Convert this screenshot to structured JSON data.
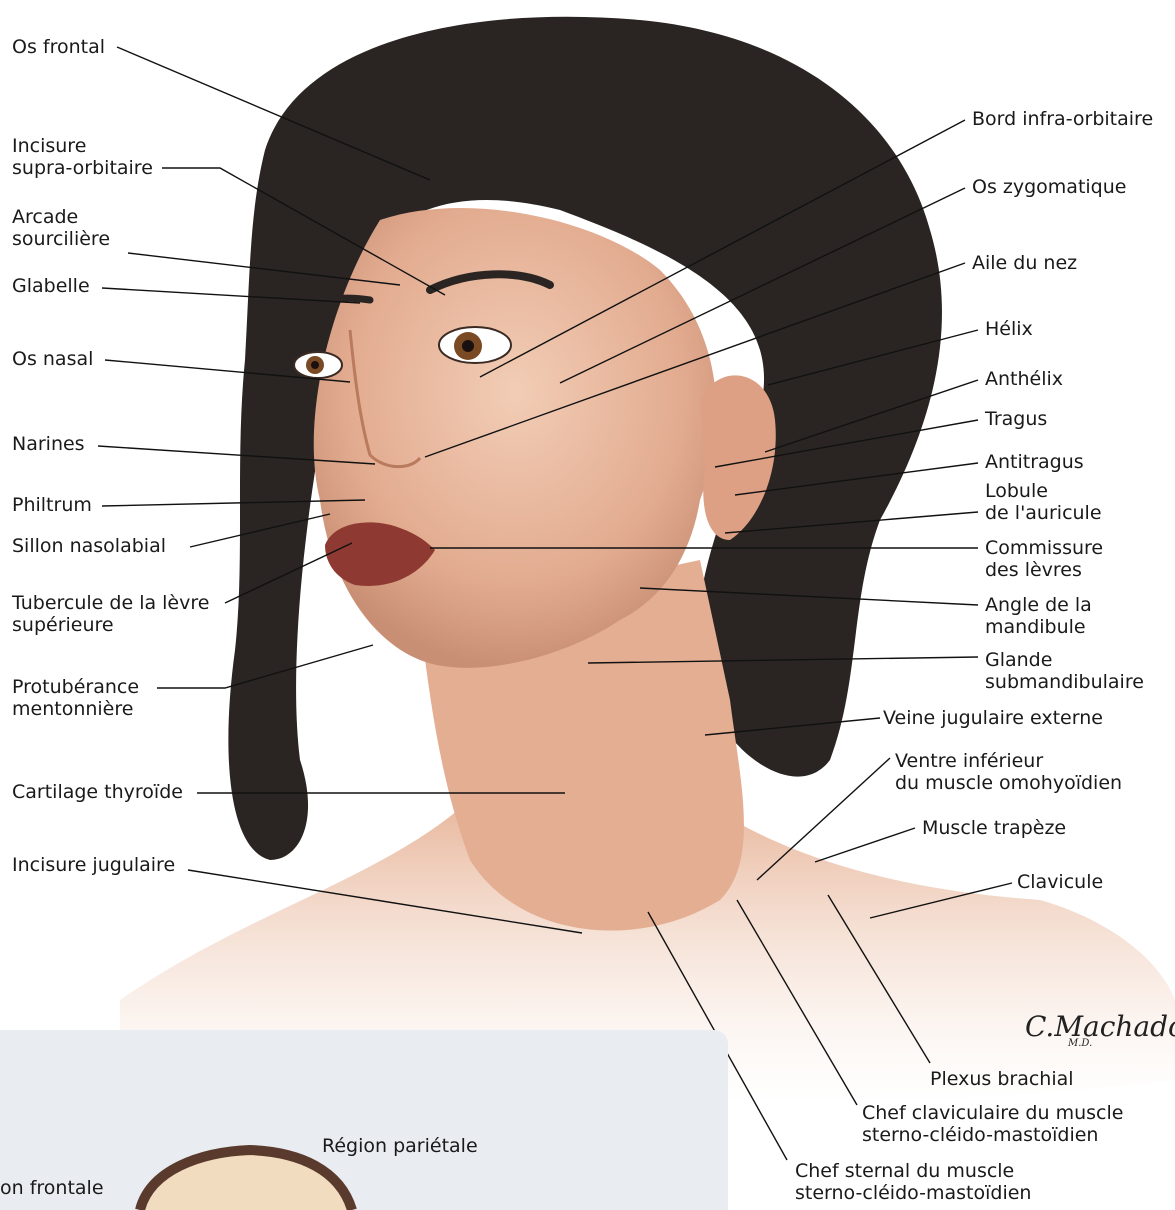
{
  "labels_left": [
    {
      "key": "os_frontal",
      "text": "Os frontal"
    },
    {
      "key": "incisure_supra",
      "text": "Incisure\nsupra-orbitaire"
    },
    {
      "key": "arcade",
      "text": "Arcade\nsourcilière"
    },
    {
      "key": "glabelle",
      "text": "Glabelle"
    },
    {
      "key": "os_nasal",
      "text": "Os nasal"
    },
    {
      "key": "narines",
      "text": "Narines"
    },
    {
      "key": "philtrum",
      "text": "Philtrum"
    },
    {
      "key": "sillon",
      "text": "Sillon nasolabial"
    },
    {
      "key": "tubercule",
      "text": "Tubercule de la lèvre\nsupérieure"
    },
    {
      "key": "protuberance",
      "text": "Protubérance\nmentonnière"
    },
    {
      "key": "cartilage",
      "text": "Cartilage thyroïde"
    },
    {
      "key": "incisure_jug",
      "text": "Incisure jugulaire"
    }
  ],
  "labels_right": [
    {
      "key": "bord_infra",
      "text": "Bord infra-orbitaire"
    },
    {
      "key": "os_zygo",
      "text": "Os zygomatique"
    },
    {
      "key": "aile_nez",
      "text": "Aile du nez"
    },
    {
      "key": "helix",
      "text": "Hélix"
    },
    {
      "key": "anthelix",
      "text": "Anthélix"
    },
    {
      "key": "tragus",
      "text": "Tragus"
    },
    {
      "key": "antitragus",
      "text": "Antitragus"
    },
    {
      "key": "lobule",
      "text": "Lobule\nde l'auricule"
    },
    {
      "key": "commissure",
      "text": "Commissure\ndes lèvres"
    },
    {
      "key": "angle",
      "text": "Angle de la\nmandibule"
    },
    {
      "key": "glande",
      "text": "Glande\nsubmandibulaire"
    },
    {
      "key": "veine",
      "text": "Veine jugulaire externe"
    },
    {
      "key": "ventre",
      "text": "Ventre inférieur\ndu muscle omohyoïdien"
    },
    {
      "key": "trapeze",
      "text": "Muscle trapèze"
    },
    {
      "key": "clavicule",
      "text": "Clavicule"
    }
  ],
  "labels_bottom": [
    {
      "key": "plexus",
      "text": "Plexus brachial"
    },
    {
      "key": "chef_clav",
      "text": "Chef claviculaire du muscle\nsterno-cléido-mastoïdien"
    },
    {
      "key": "chef_sternal",
      "text": "Chef sternal du muscle\nsterno-cléido-mastoïdien"
    }
  ],
  "inset": {
    "region_parietale": "Région pariétale",
    "region_frontale": "on frontale"
  },
  "signature": {
    "name": "C.Machado",
    "suffix": "M.D."
  },
  "colors": {
    "skin": "#e9b89c",
    "hair": "#2a2522",
    "lip": "#8e3a32",
    "inset_bg": "#e9ecf1"
  }
}
